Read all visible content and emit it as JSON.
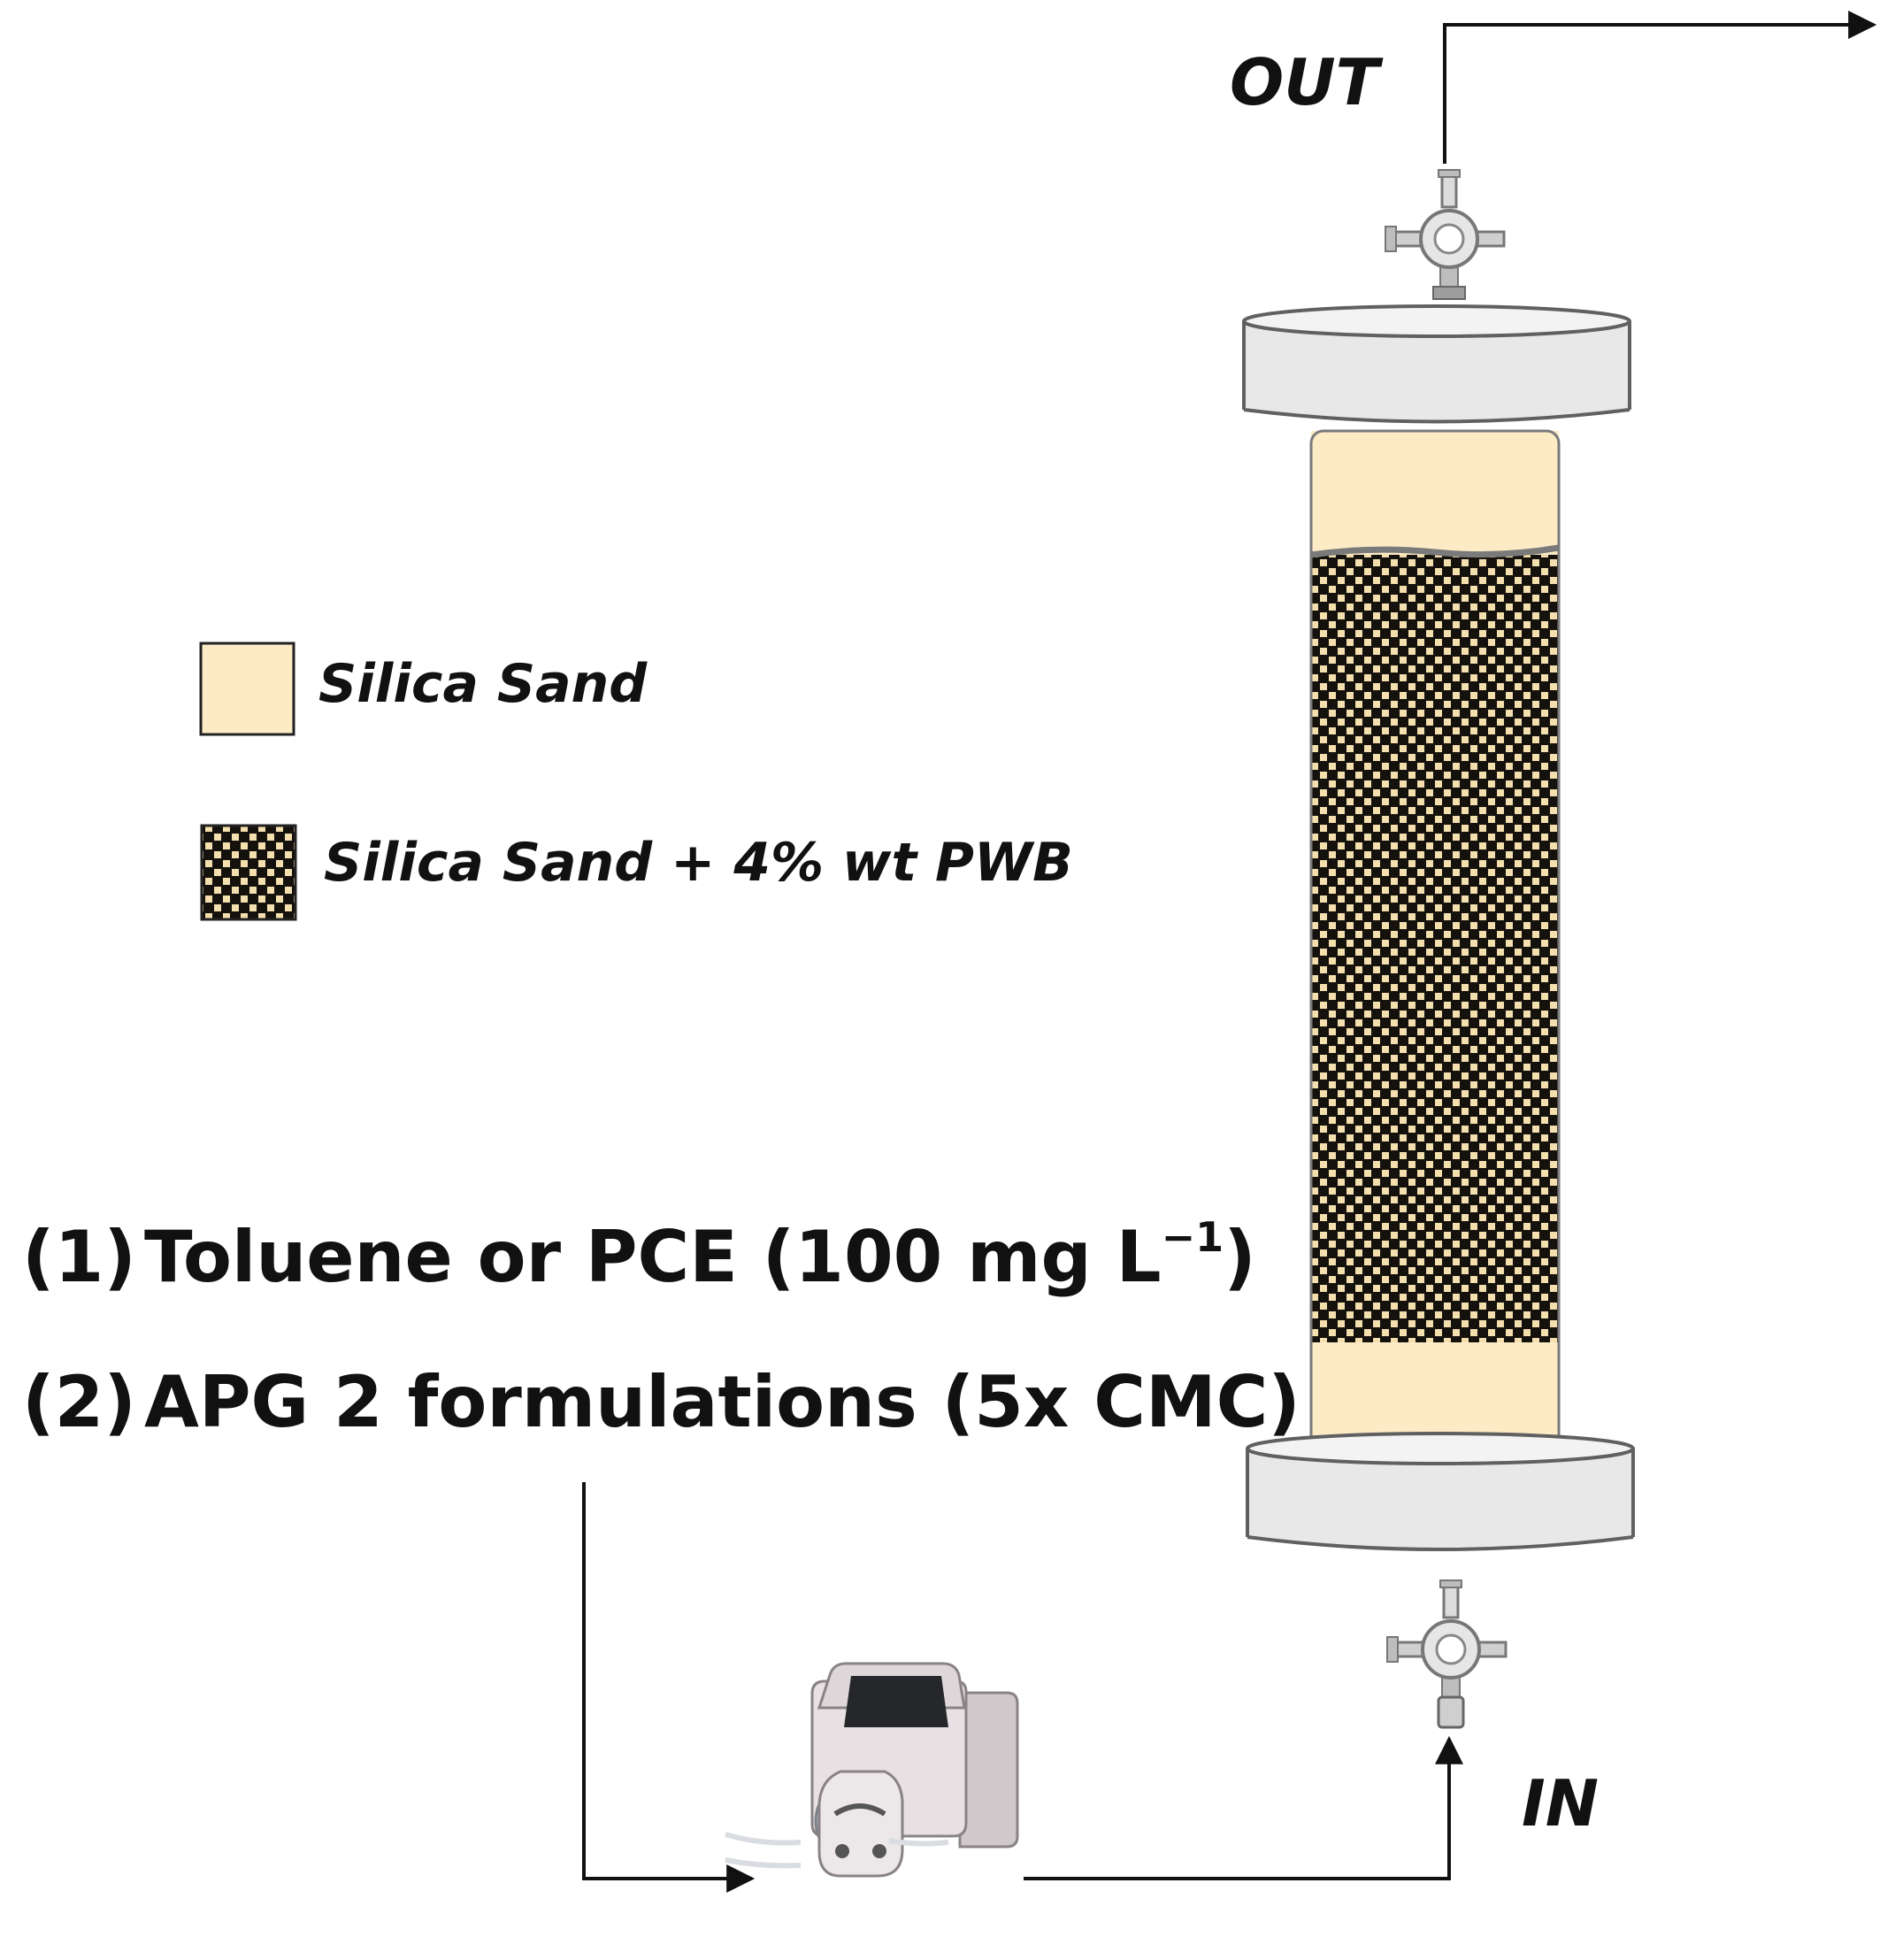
{
  "labels": {
    "out": "OUT",
    "in": "IN"
  },
  "legend": {
    "items": [
      {
        "label": "Silica Sand",
        "swatch": "plain"
      },
      {
        "label": "Silica Sand + 4% wt PWB",
        "swatch": "checker"
      }
    ]
  },
  "steps": [
    {
      "number": "(1)",
      "text": "Toluene or PCE (100 mg L",
      "superscript": "−1",
      "suffix": ")"
    },
    {
      "number": "(2)",
      "text": "APG 2 formulations (5x CMC)"
    }
  ],
  "colors": {
    "sand": "#fcebc5",
    "pwb_dark": "#15110c",
    "pwb_grain": "#f4dfae",
    "cap_fill": "#e8e8e8",
    "cap_stroke": "#606060",
    "line": "#111111"
  },
  "icons": {
    "valve_top": "stopcock-valve-icon",
    "valve_bottom": "stopcock-valve-icon",
    "pump": "peristaltic-pump-icon"
  }
}
